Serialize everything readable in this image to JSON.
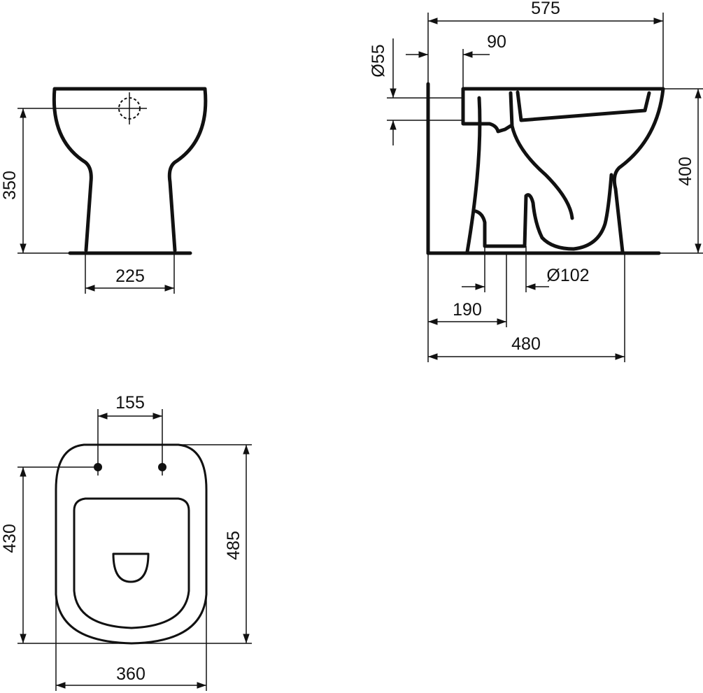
{
  "front_view": {
    "height_label": "350",
    "width_label": "225"
  },
  "side_view": {
    "length_label": "575",
    "inlet_offset_label": "90",
    "inlet_diameter_label": "Ø55",
    "height_label": "400",
    "outlet_diameter_label": "Ø102",
    "outlet_offset_label": "190",
    "base_length_label": "480"
  },
  "top_view": {
    "hinge_spacing_label": "155",
    "inner_length_label": "430",
    "outer_length_label": "485",
    "width_label": "360"
  }
}
